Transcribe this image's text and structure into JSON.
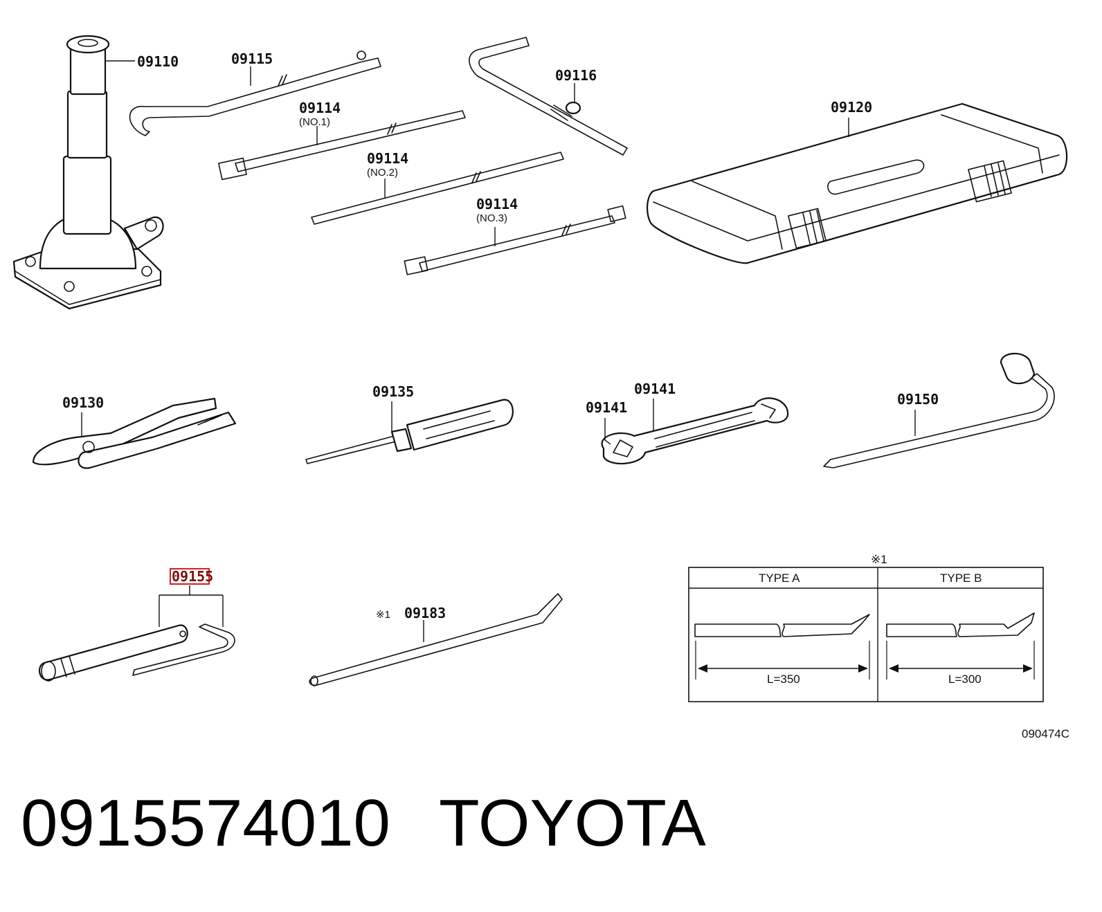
{
  "parts": {
    "p09110": "09110",
    "p09115": "09115",
    "p09114a": "09114",
    "p09114a_sub": "(NO.1)",
    "p09114b": "09114",
    "p09114b_sub": "(NO.2)",
    "p09114c": "09114",
    "p09114c_sub": "(NO.3)",
    "p09116": "09116",
    "p09120": "09120",
    "p09130": "09130",
    "p09135": "09135",
    "p09141a": "09141",
    "p09141b": "09141",
    "p09150": "09150",
    "p09155": "09155",
    "p09183": "09183",
    "p09183_mark": "※1"
  },
  "table": {
    "mark": "※1",
    "col_a": "TYPE A",
    "col_b": "TYPE B",
    "len_a": "L=350",
    "len_b": "L=300"
  },
  "diagram_code": "090474C",
  "caption": {
    "part_number": "0915574010",
    "brand": "TOYOTA"
  },
  "colors": {
    "highlight": "#d42020",
    "ink": "#111111"
  }
}
